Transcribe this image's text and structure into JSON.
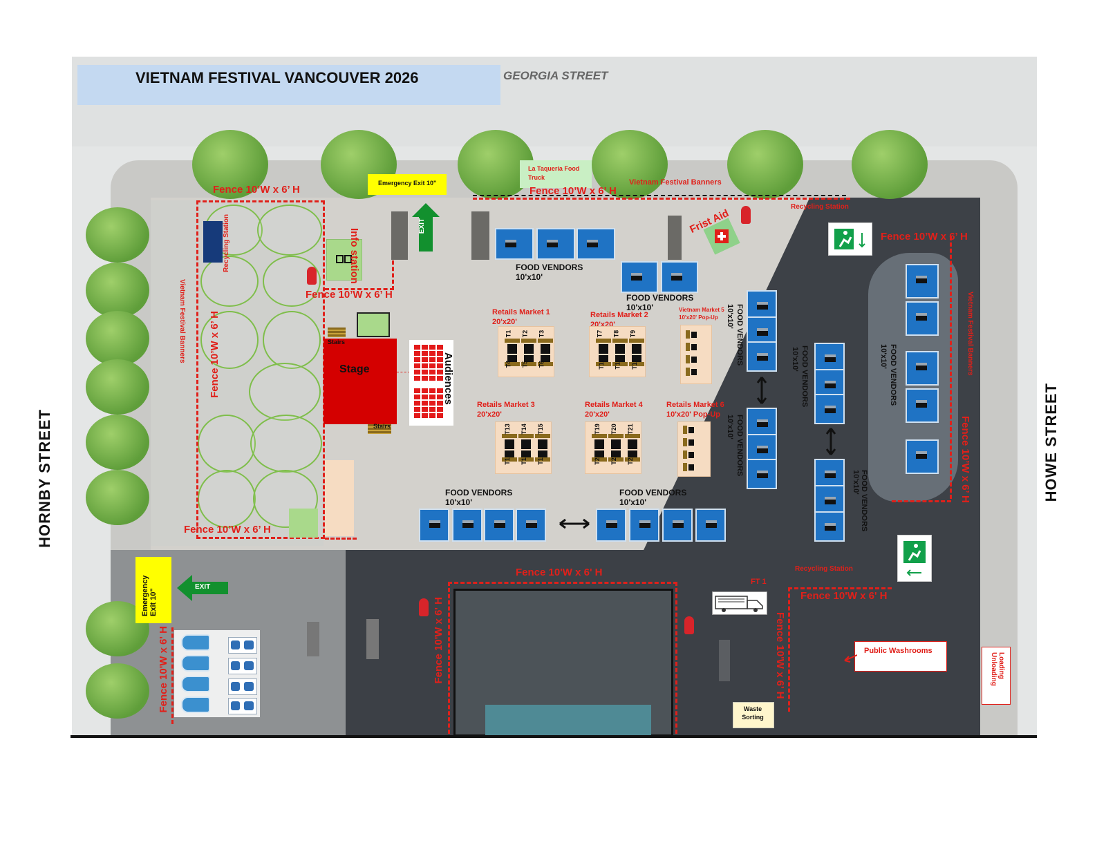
{
  "title": "VIETNAM FESTIVAL VANCOUVER 2026",
  "streets": {
    "north": "GEORGIA STREET",
    "west": "HORNBY STREET",
    "east": "HOWE STREET"
  },
  "colors": {
    "fence": "#e0201a",
    "booth": "#1f73c4",
    "stage": "#d40000",
    "market": "#f6dcc2",
    "title_bg": "#c4d9f1",
    "exit_sign": "#ffff00"
  },
  "fence_label": "Fence 10'W x 6' H",
  "fence_label_alt": "Fence 10’W x 6’ H",
  "emergency_exit_top": "Emergency Exit 10\"",
  "emergency_exit_left": "Emergency Exit 10\"",
  "exit_sign": "EXIT",
  "food_truck": "La Taqueria Food Truck",
  "banners": "Vietnam Festival Banners",
  "recycling": "Recycling Station",
  "first_aid": "Frist Aid",
  "info": "Info station",
  "stage": "Stage",
  "stairs": "Stairs",
  "audiences": "Audiences",
  "food_vendors": "FOOD VENDORS",
  "size_10x10": "10'x10'",
  "markets": [
    {
      "name": "Retails Market 1",
      "size": "20'x20'",
      "tables": [
        "T1",
        "T2",
        "T3",
        "T4",
        "T5",
        "T6"
      ]
    },
    {
      "name": "Retails Market 2",
      "size": "20'x20'",
      "tables": [
        "T7",
        "T8",
        "T9",
        "T10",
        "T11",
        "T12"
      ]
    },
    {
      "name": "Retails Market 3",
      "size": "20'x20'",
      "tables": [
        "T13",
        "T14",
        "T15",
        "T16",
        "T17",
        "T18"
      ]
    },
    {
      "name": "Retails Market 4",
      "size": "20'x20'",
      "tables": [
        "T19",
        "T20",
        "T21",
        "T22",
        "T23",
        "T24"
      ]
    }
  ],
  "market5": {
    "name": "Vietnam Market 5",
    "size": "10'x20' Pop-Up"
  },
  "market6": {
    "name": "Retails Market 6",
    "size": "10'x20' Pop-Up"
  },
  "truck_label": "FT 1",
  "washrooms": "Public Washrooms",
  "waste": "Waste Sorting",
  "loading": "Loading Unloading"
}
